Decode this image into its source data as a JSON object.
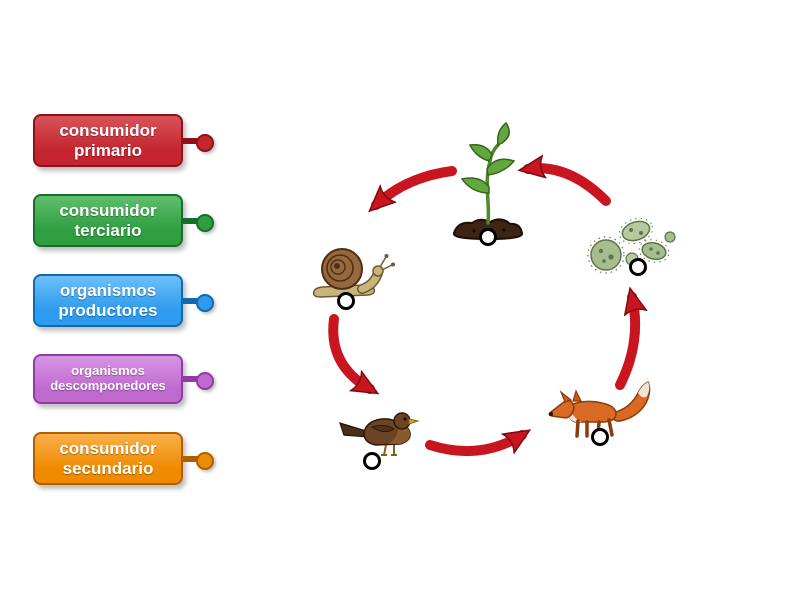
{
  "background": "#ffffff",
  "labels": [
    {
      "text": "consumidor primario",
      "color": "#c4252f",
      "color_light": "#d9535b",
      "color_dark": "#8e1218"
    },
    {
      "text": "consumidor terciario",
      "color": "#2f9e41",
      "color_light": "#5fbe6e",
      "color_dark": "#17702a"
    },
    {
      "text": "organismos productores",
      "color": "#2d9bef",
      "color_light": "#6cc0f8",
      "color_dark": "#1468ad"
    },
    {
      "text": "organismos descomponedores",
      "color": "#c06ad0",
      "color_light": "#d795e3",
      "color_dark": "#8f3da3"
    },
    {
      "text": "consumidor secundario",
      "color": "#f08b00",
      "color_light": "#f8b04a",
      "color_dark": "#b05f00"
    }
  ],
  "diagram": {
    "arrow_color": "#c8151f",
    "arrow_outline": "#7e0b10",
    "target_marker": "white-circle",
    "nodes": [
      {
        "name": "plant-seedling"
      },
      {
        "name": "snail"
      },
      {
        "name": "bird"
      },
      {
        "name": "fox"
      },
      {
        "name": "decomposer-microbes"
      }
    ],
    "cycle_order": [
      "plant-seedling",
      "snail",
      "bird",
      "fox",
      "decomposer-microbes"
    ]
  }
}
